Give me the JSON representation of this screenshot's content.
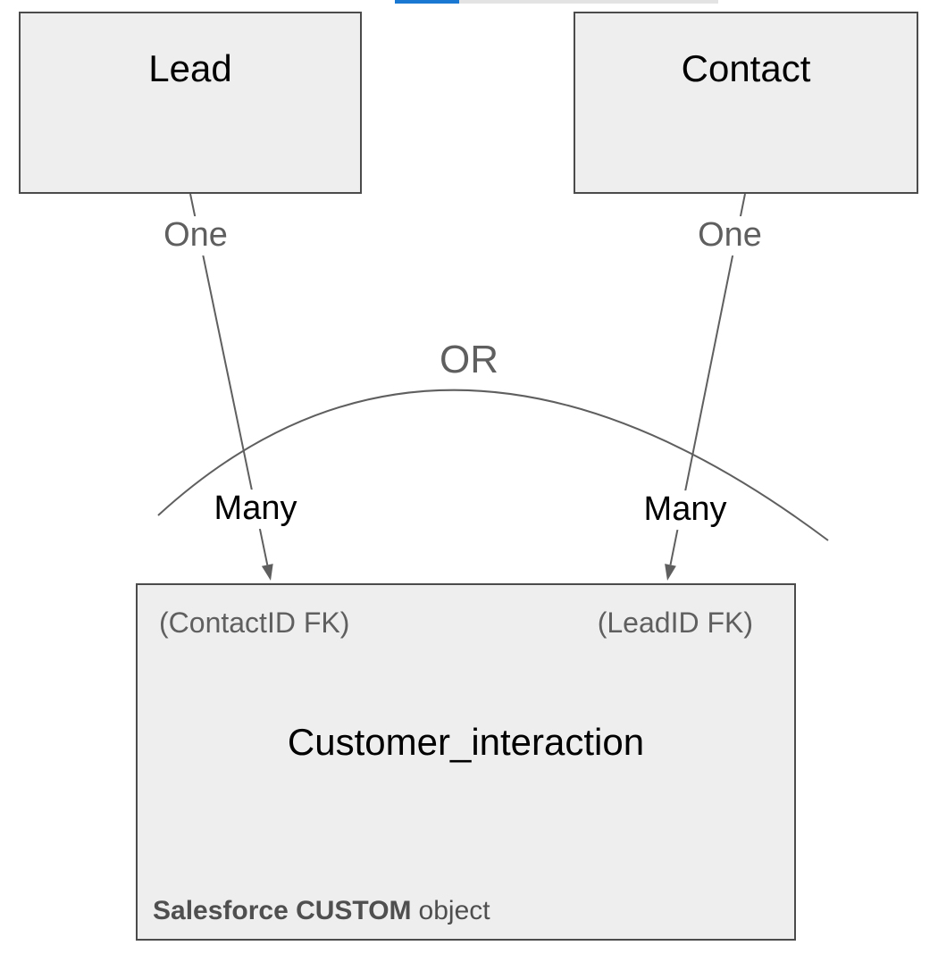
{
  "browser": {
    "active_tab_color": "#1b78d2",
    "inactive_tab_color": "#e3e3e3"
  },
  "diagram": {
    "entities": {
      "lead": {
        "label": "Lead"
      },
      "contact": {
        "label": "Contact"
      },
      "custom_object": {
        "title": "Customer_interaction",
        "fk_left": "(ContactID FK)",
        "fk_right": "(LeadID FK)",
        "footer_bold": "Salesforce CUSTOM",
        "footer_regular": "object"
      }
    },
    "relationships": {
      "lead_cardinality_one": "One",
      "lead_cardinality_many": "Many",
      "contact_cardinality_one": "One",
      "contact_cardinality_many": "Many",
      "or_label": "OR"
    },
    "colors": {
      "box_fill": "#eeeeee",
      "box_border": "#4b4b4b",
      "line": "#5f5f5f",
      "muted_text": "#5f5f5f",
      "text": "#000000"
    }
  }
}
